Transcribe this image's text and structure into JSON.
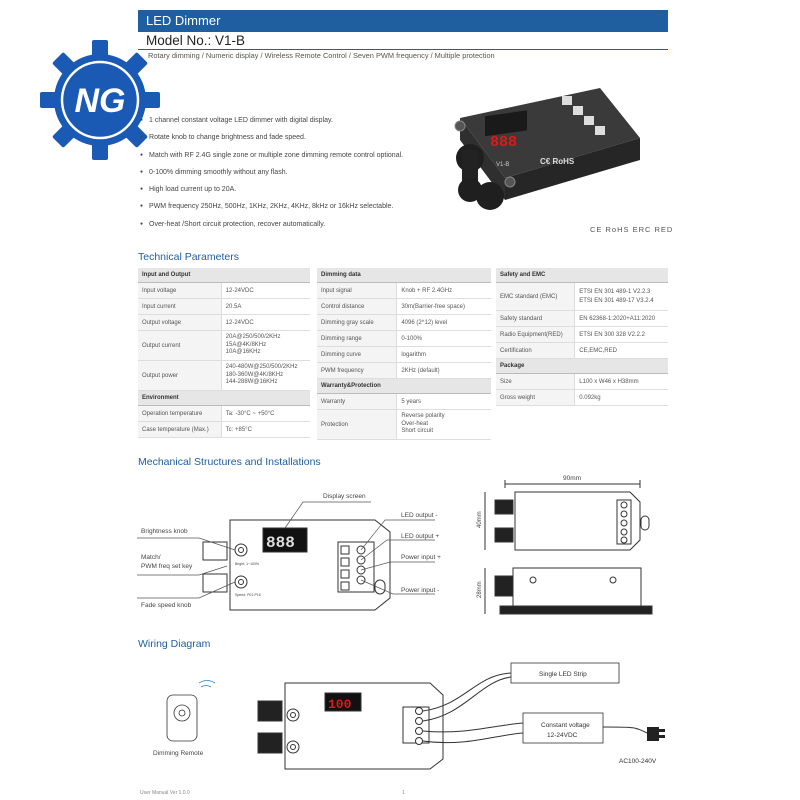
{
  "header": {
    "title": "LED Dimmer",
    "model": "Model No.: V1-B"
  },
  "subtitle": "Rotary dimming / Numeric display / Wireless Remote Control / Seven PWM frequency / Multiple protection",
  "logo_text": "NG",
  "features": [
    "1 channel constant voltage LED dimmer with digital display.",
    "Rotate knob to change brightness and fade speed.",
    "Match with RF 2.4G single zone or multiple zone dimming remote control optional.",
    "0-100% dimming smoothly without any flash.",
    "High load current up to 20A.",
    "PWM frequency 250Hz, 500Hz, 1KHz, 2KHz, 4KHz, 8kHz or 16kHz selectable.",
    "Over-heat /Short circuit protection, recover automatically."
  ],
  "certs": "CE RoHS ERC RED",
  "device_display": "888",
  "device_label": "V1-B",
  "tech": {
    "title": "Technical Parameters",
    "input_output": {
      "title": "Input and Output",
      "rows": [
        [
          "Input voltage",
          "12-24VDC"
        ],
        [
          "Input current",
          "20.5A"
        ],
        [
          "Output voltage",
          "12-24VDC"
        ],
        [
          "Output current",
          "20A@250/500/2KHz\n15A@4K/8KHz\n10A@16KHz"
        ],
        [
          "Output power",
          "240-480W@250/500/2KHz\n180-360W@4K/8KHz\n144-288W@16KHz"
        ]
      ]
    },
    "environment": {
      "title": "Environment",
      "rows": [
        [
          "Operation temperature",
          "Ta: -30°C ~ +50°C"
        ],
        [
          "Case temperature (Max.)",
          "Tc: +85°C"
        ]
      ]
    },
    "dimming": {
      "title": "Dimming data",
      "rows": [
        [
          "Input signal",
          "Knob + RF 2.4GHz"
        ],
        [
          "Control distance",
          "30m(Barrier-free space)"
        ],
        [
          "Dimming gray scale",
          "4096 (2^12) level"
        ],
        [
          "Dimming range",
          "0-100%"
        ],
        [
          "Dimming curve",
          "logarithm"
        ],
        [
          "PWM frequency",
          "2KHz (default)"
        ]
      ]
    },
    "warranty": {
      "title": "Warranty&Protection",
      "rows": [
        [
          "Warranty",
          "5 years"
        ],
        [
          "Protection",
          "Reverse polarity\nOver-heat\nShort circuit"
        ]
      ]
    },
    "safety": {
      "title": "Safety and EMC",
      "rows": [
        [
          "EMC standard (EMC)",
          "ETSI EN 301 489-1 V2.2.3\nETSI EN 301 489-17 V3.2.4"
        ],
        [
          "Safety standard",
          "EN 62368-1:2020+A11:2020"
        ],
        [
          "Radio Equipment(RED)",
          "ETSI EN 300 328 V2.2.2"
        ],
        [
          "Certification",
          "CE,EMC,RED"
        ]
      ]
    },
    "package": {
      "title": "Package",
      "rows": [
        [
          "Size",
          "L100 x W46 x H38mm"
        ],
        [
          "Gross weight",
          "0.092kg"
        ]
      ]
    }
  },
  "mech": {
    "title": "Mechanical Structures and Installations",
    "display_screen": "Display screen",
    "brightness_knob": "Brightness knob",
    "match": "Match/",
    "pwm_key": "PWM freq set key",
    "fade_knob": "Fade speed knob",
    "led_minus": "LED output -",
    "led_plus": "LED output +",
    "power_plus": "Power input +",
    "power_minus": "Power input -",
    "bright_small": "Bright: 1~100%",
    "speed_small": "Speed: P01-P16",
    "display": "888",
    "width_dim": "90mm",
    "height_dim": "40mm",
    "depth_dim": "28mm"
  },
  "wiring": {
    "title": "Wiring Diagram",
    "display": "100",
    "single_led": "Single LED Strip",
    "cv_title": "Constant voltage",
    "cv_volt": "12-24VDC",
    "ac": "AC100-240V",
    "remote": "Dimming Remote"
  },
  "footer": "User Manual Ver 1.0.0",
  "page_number": "1"
}
